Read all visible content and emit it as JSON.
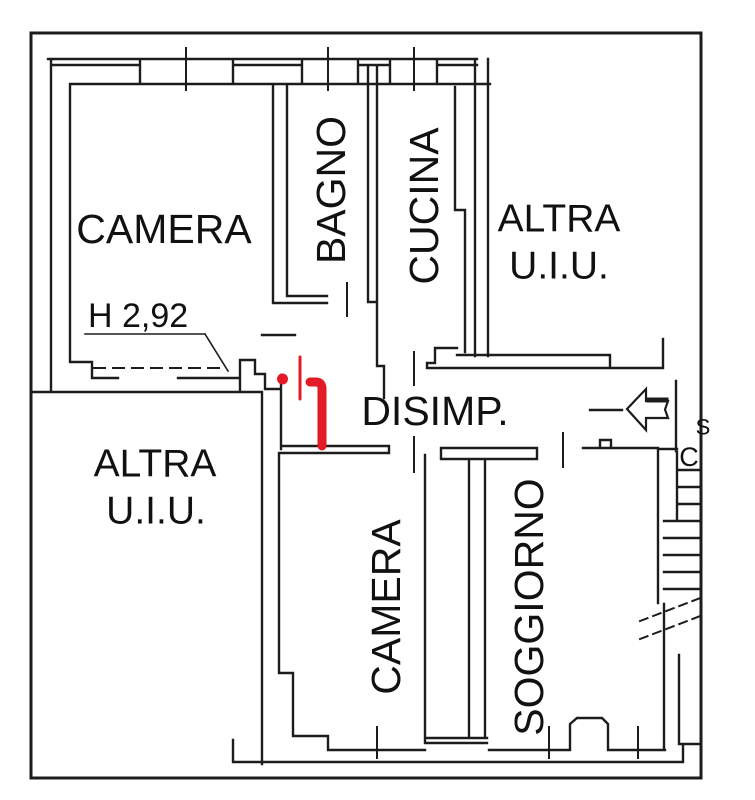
{
  "colors": {
    "background": "#ffffff",
    "wall": "#1c1c1c",
    "text": "#111111",
    "annotation_red": "#e31b26"
  },
  "rooms": {
    "camera_top": "CAMERA",
    "bagno": "BAGNO",
    "cucina": "CUCINA",
    "altra_uiu_top": {
      "line1": "ALTRA",
      "line2": "U.I.U."
    },
    "disimpegno": "DISIMP.",
    "altra_uiu_left": {
      "line1": "ALTRA",
      "line2": "U.I.U."
    },
    "camera_bottom": "CAMERA",
    "soggiorno": "SOGGIORNO"
  },
  "annotations": {
    "ceiling_height": "H 2,92",
    "stairwell_letter_c": "C",
    "stairwell_letter_s": "S"
  }
}
